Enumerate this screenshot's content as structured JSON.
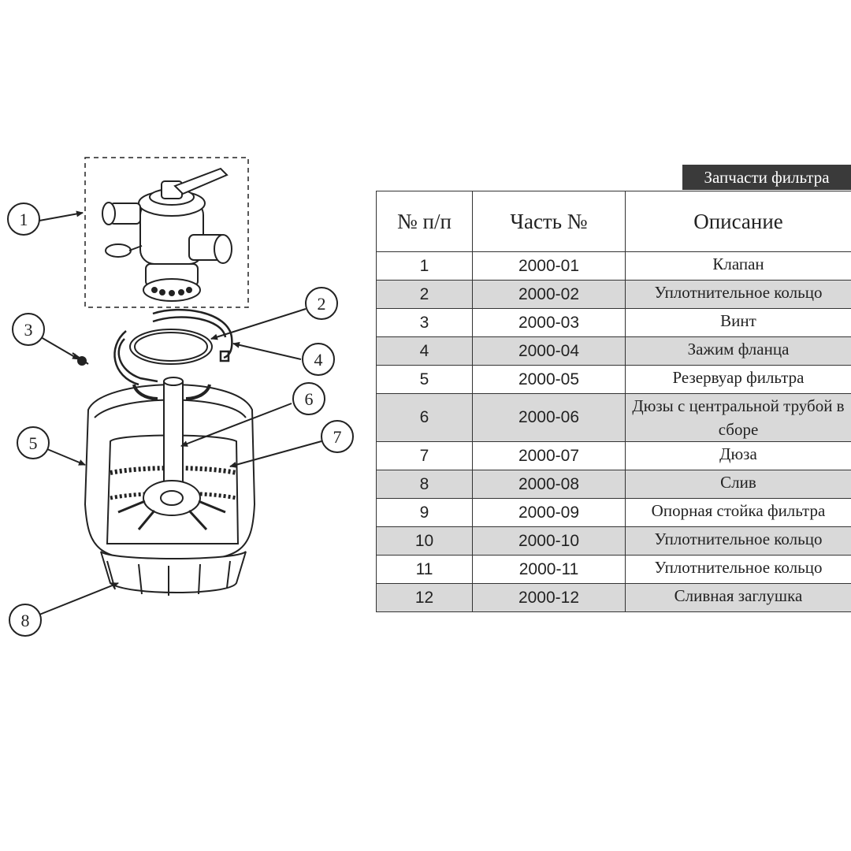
{
  "title": "Запчасти фильтра",
  "table": {
    "headers": [
      "№ п/п",
      "Часть №",
      "Описание"
    ],
    "rows": [
      {
        "num": "1",
        "code": "2000-01",
        "desc": "Клапан"
      },
      {
        "num": "2",
        "code": "2000-02",
        "desc": "Уплотнительное кольцо"
      },
      {
        "num": "3",
        "code": "2000-03",
        "desc": "Винт"
      },
      {
        "num": "4",
        "code": "2000-04",
        "desc": "Зажим фланца"
      },
      {
        "num": "5",
        "code": "2000-05",
        "desc": "Резервуар фильтра"
      },
      {
        "num": "6",
        "code": "2000-06",
        "desc": "Дюзы с центральной трубой в сборе"
      },
      {
        "num": "7",
        "code": "2000-07",
        "desc": "Дюза"
      },
      {
        "num": "8",
        "code": "2000-08",
        "desc": "Слив"
      },
      {
        "num": "9",
        "code": "2000-09",
        "desc": "Опорная стойка фильтра"
      },
      {
        "num": "10",
        "code": "2000-10",
        "desc": "Уплотнительное кольцо"
      },
      {
        "num": "11",
        "code": "2000-11",
        "desc": "Уплотнительное кольцо"
      },
      {
        "num": "12",
        "code": "2000-12",
        "desc": "Сливная заглушка"
      }
    ]
  },
  "callouts": [
    "1",
    "2",
    "3",
    "4",
    "5",
    "6",
    "7",
    "8"
  ]
}
